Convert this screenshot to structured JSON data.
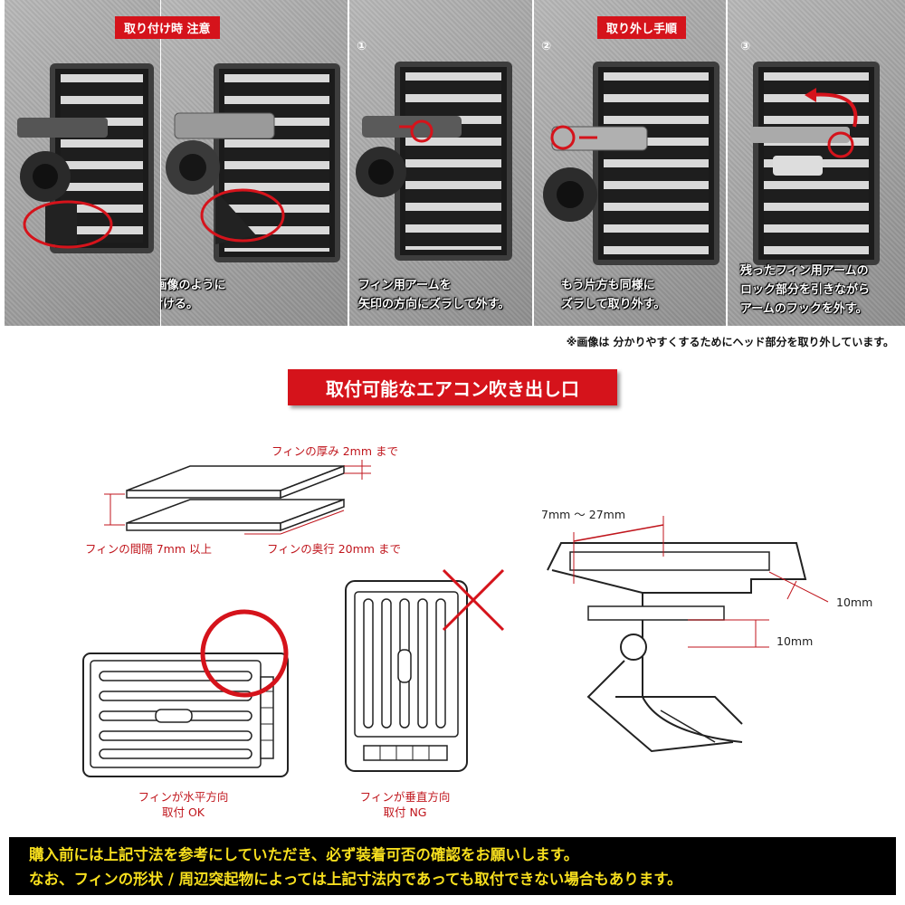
{
  "header": {
    "install_caution_tag": "取り付け時 注意",
    "removal_steps_tag": "取り外し手順"
  },
  "photos": {
    "caption_1": "支えスタンド部が 画像のように\n当たるように取り付ける。",
    "step1_num": "①",
    "step1_caption": "フィン用アームを\n矢印の方向にズラして外す。",
    "step2_num": "②",
    "step2_caption": "もう片方も同様に\nズラして取り外す。",
    "step3_num": "③",
    "step3_caption": "残ったフィン用アームの\nロック部分を引きながら\nアームのフックを外す。",
    "note": "※画像は 分かりやすくするためにヘッド部分を取り外しています。"
  },
  "section_title": "取付可能なエアコン吹き出し口",
  "fin_diagram": {
    "thickness": "フィンの厚み 2mm まで",
    "spacing": "フィンの間隔 7mm 以上",
    "depth": "フィンの奥行 20mm まで"
  },
  "clip_diagram": {
    "range": "7mm 〜 27mm",
    "dim_a": "10mm",
    "dim_b": "10mm"
  },
  "vents": {
    "horizontal_line1": "フィンが水平方向",
    "horizontal_line2": "取付 OK",
    "vertical_line1": "フィンが垂直方向",
    "vertical_line2": "取付 NG"
  },
  "footer": {
    "line1": "購入前には上記寸法を参考にしていただき、必ず装着可否の確認をお願いします。",
    "line2": "なお、フィンの形状 / 周辺突起物によっては上記寸法内であっても取付できない場合もあります。"
  },
  "colors": {
    "accent_red": "#d5131b",
    "footer_text": "#f7df1e"
  }
}
